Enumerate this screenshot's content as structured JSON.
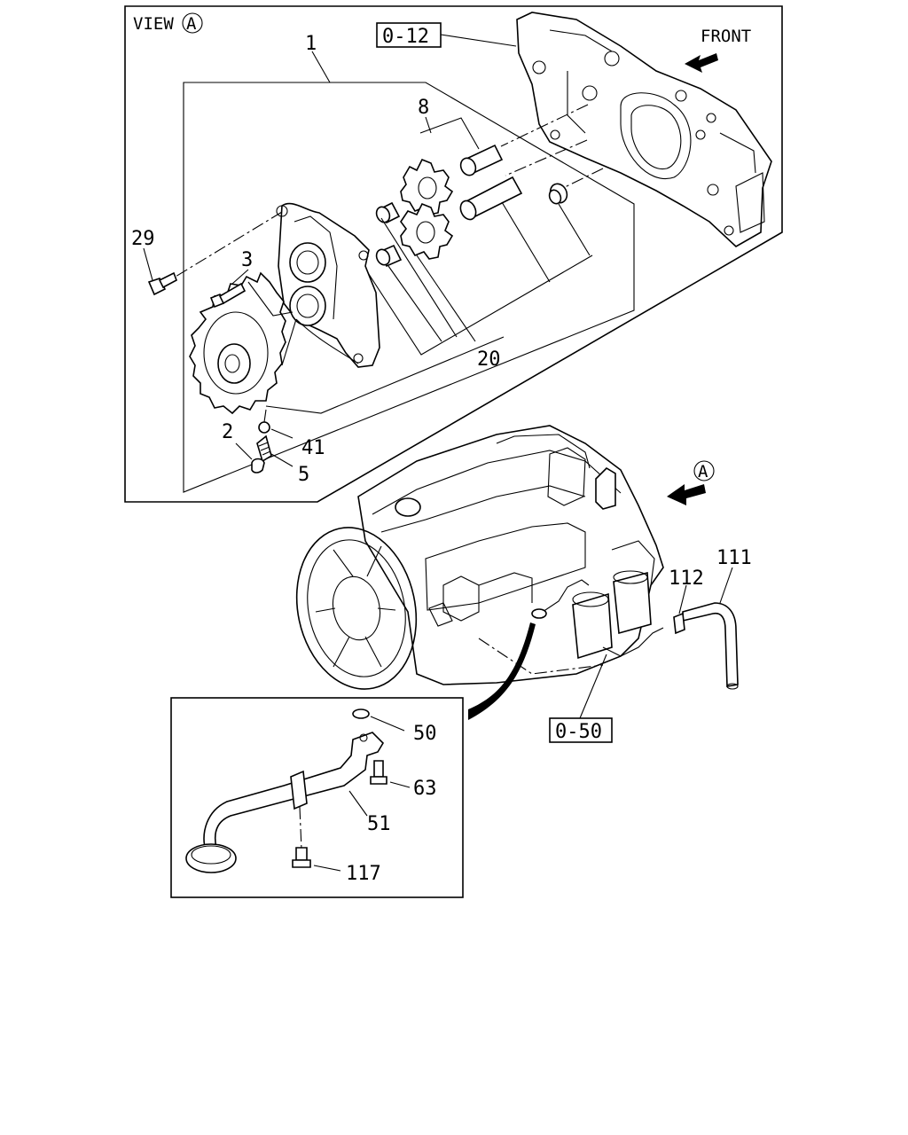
{
  "view_label": "VIEW",
  "view_marker": "A",
  "front_label": "FRONT",
  "section_marker": "A",
  "refs": {
    "r012": "0-12",
    "r050": "0-50"
  },
  "callouts": {
    "c1": "1",
    "c2": "2",
    "c3": "3",
    "c5": "5",
    "c8": "8",
    "c20": "20",
    "c29": "29",
    "c41": "41",
    "c50": "50",
    "c51": "51",
    "c63": "63",
    "c111": "111",
    "c112": "112",
    "c117": "117"
  }
}
